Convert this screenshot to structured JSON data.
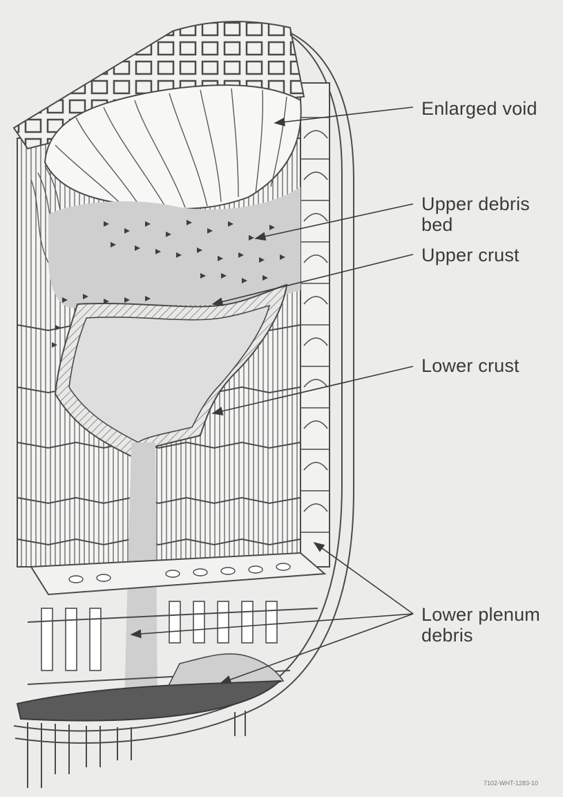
{
  "labels": {
    "enlarged_void": "Enlarged void",
    "upper_debris_bed_line1": "Upper debris",
    "upper_debris_bed_line2": "bed",
    "upper_crust": "Upper crust",
    "lower_crust": "Lower crust",
    "lower_plenum_debris_line1": "Lower plenum",
    "lower_plenum_debris_line2": "debris"
  },
  "figure_id": "7102-WHT-1283-10",
  "colors": {
    "background": "#ececea",
    "line": "#4a4a4a",
    "debris_fill": "#cfcfcf",
    "crust_fill": "#e2e2e2",
    "lower_debris_layer": "#5a5a5a",
    "text": "#3a3a3a"
  }
}
